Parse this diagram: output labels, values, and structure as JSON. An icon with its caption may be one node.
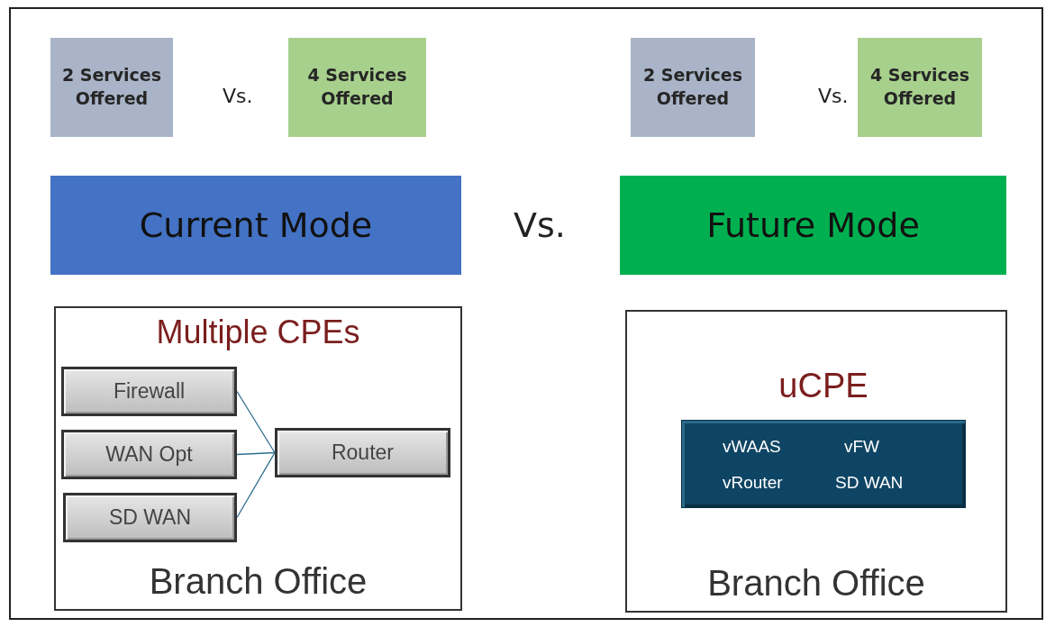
{
  "diagram": {
    "nodes": [
      {
        "text": [
          "2 Services Offered"
        ]
      },
      {
        "text": [
          "4 Services Offered"
        ]
      },
      {
        "text": [
          "2 Services Offered"
        ]
      },
      {
        "text": [
          "4 Services Offered"
        ]
      },
      {
        "text": [
          "Current Mode"
        ]
      },
      {
        "text": [
          "Future Mode"
        ]
      },
      {
        "text": [
          "Multiple CPEs",
          "Branch Office"
        ]
      },
      {
        "text": [
          "Firewall"
        ],
        "in": 6
      },
      {
        "text": [
          "WAN Opt"
        ],
        "in": 6
      },
      {
        "text": [
          "SD WAN"
        ],
        "in": 6
      },
      {
        "text": [
          "Router"
        ],
        "in": 6
      },
      {
        "text": [
          "Branch Office"
        ]
      },
      {
        "text": [
          "uCPE",
          "vWAAS",
          "vFW",
          "vRouter",
          "SD WAN"
        ],
        "in": 11
      }
    ],
    "edges": [
      {
        "from": 7,
        "to": 10,
        "arrow": "none"
      },
      {
        "from": 8,
        "to": 10,
        "arrow": "none"
      },
      {
        "from": 9,
        "to": 10,
        "arrow": "none"
      }
    ],
    "labels": [
      "Vs.",
      "Vs.",
      "Vs."
    ]
  }
}
